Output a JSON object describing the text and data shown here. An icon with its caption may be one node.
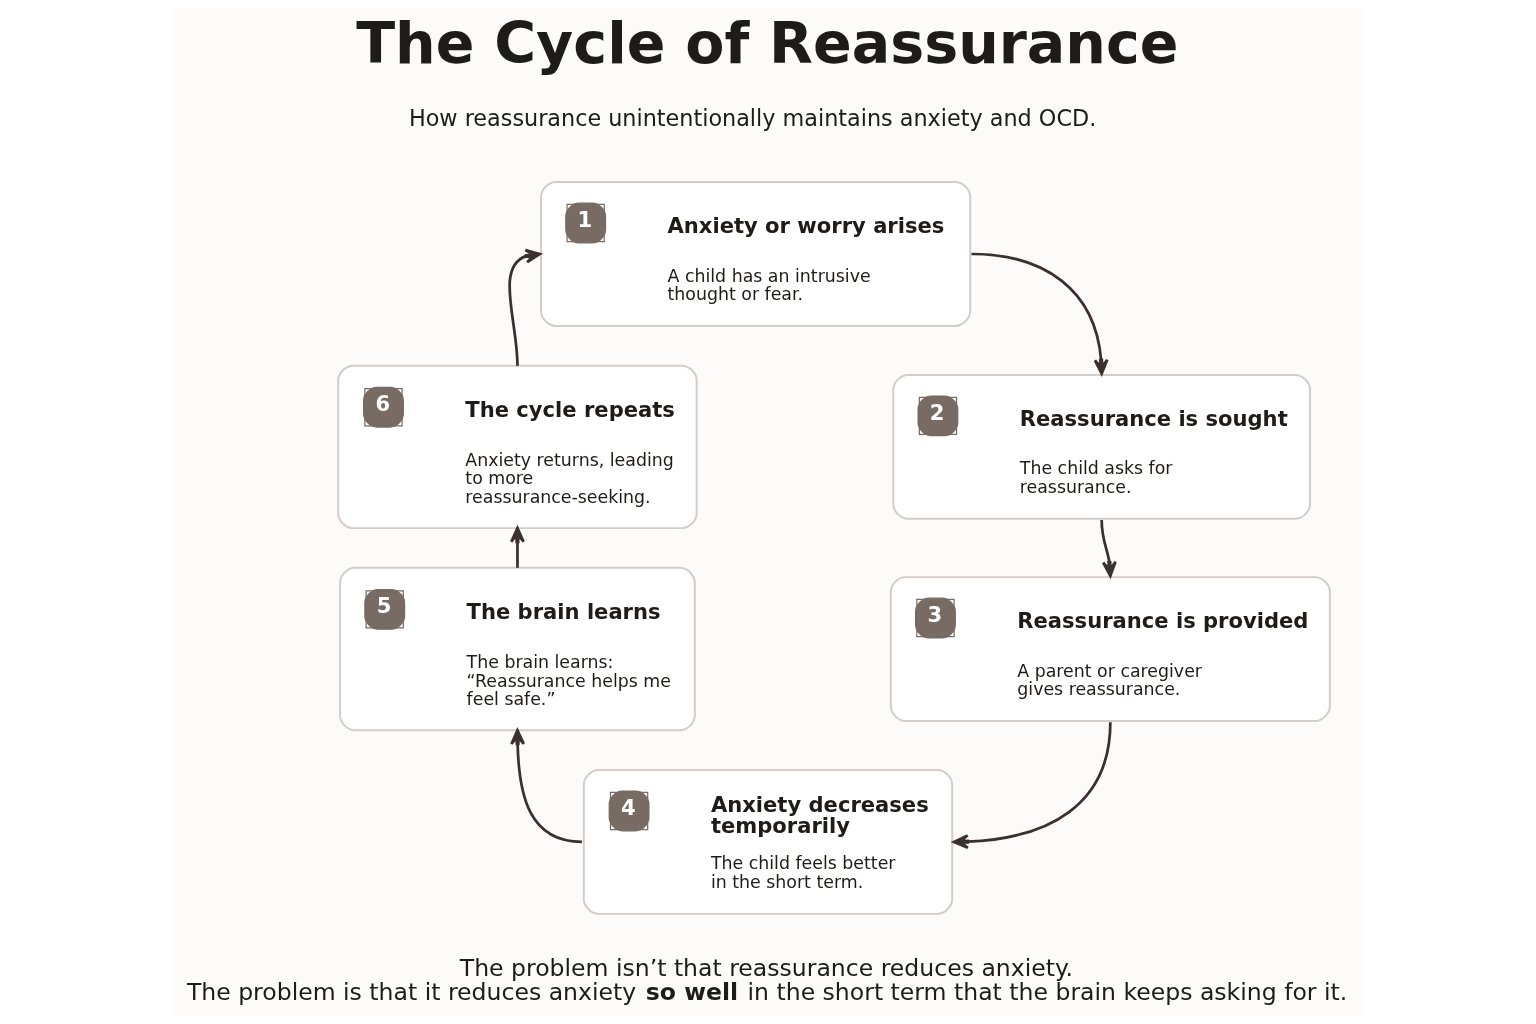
{
  "diagram": {
    "title": "The Cycle of Reassurance",
    "caption": "The problem isn’t that reassurance reduces anxiety. The problem is that it reduces anxiety **so well** in the short term that the brain keeps asking for it.",
    "nodes": [
      {
        "text": [
          "1",
          "Anxiety or worry arises",
          "A child has an intrusive thought or fear."
        ]
      },
      {
        "text": [
          "2",
          "Reassurance is sought",
          "The child asks for reassurance."
        ]
      },
      {
        "text": [
          "3",
          "Reassurance is provided",
          "A parent or caregiver gives reassurance."
        ]
      },
      {
        "text": [
          "4",
          "Anxiety decreases temporarily",
          "The child feels better in the short term."
        ]
      },
      {
        "text": [
          "5",
          "The brain learns",
          "The brain learns: “Reassurance helps me feel safe.”"
        ]
      },
      {
        "text": [
          "6",
          "The cycle repeats",
          "Anxiety returns, leading to more reassurance-seeking."
        ]
      }
    ],
    "edges": [
      {
        "from": 0,
        "to": 1,
        "arrow": "to"
      },
      {
        "from": 1,
        "to": 2,
        "arrow": "to"
      },
      {
        "from": 2,
        "to": 3,
        "arrow": "to"
      },
      {
        "from": 3,
        "to": 4,
        "arrow": "to"
      },
      {
        "from": 4,
        "to": 5,
        "arrow": "to"
      },
      {
        "from": 5,
        "to": 0,
        "arrow": "to"
      }
    ],
    "labels": [
      "How reassurance unintentionally maintains anxiety and OCD."
    ]
  }
}
